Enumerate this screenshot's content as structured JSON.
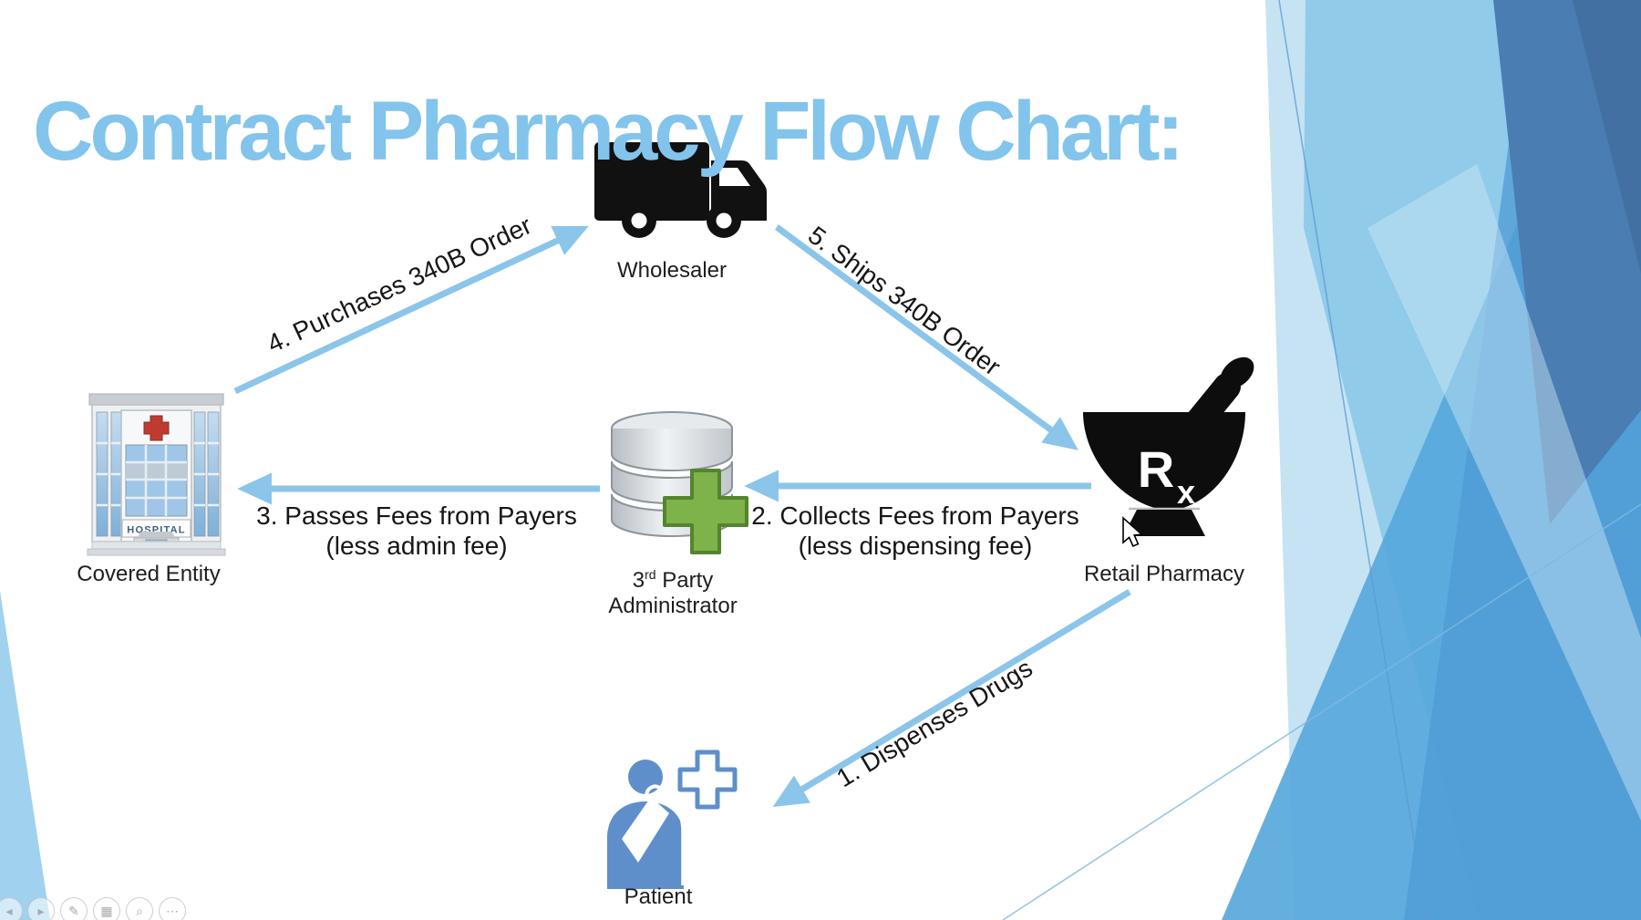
{
  "slide": {
    "title": "Contract Pharmacy Flow Chart:"
  },
  "palette": {
    "title_blue": "#82c4ec",
    "arrow_blue": "#8bc5ea",
    "decor_light_blue": "#90cbea",
    "decor_pale_blue": "#c6e3f4",
    "decor_medium_blue": "#58a8dc",
    "decor_dark_blue": "#4a7db1",
    "corner_triangle_blue": "#a0d2ef",
    "patient_blue": "#5f8fcb",
    "plus_green": "#7eb24a",
    "hospital_cross_red": "#bf3b32",
    "icon_black": "#111111",
    "label_text": "#1e1e1e"
  },
  "nodes": {
    "wholesaler": {
      "label": "Wholesaler",
      "icon": "truck-icon"
    },
    "covered_entity": {
      "label": "Covered Entity",
      "icon": "hospital-icon",
      "sign_text": "HOSPITAL"
    },
    "third_party_admin": {
      "line1_num": "3",
      "line1_sup": "rd",
      "line1_rest": " Party",
      "line2": "Administrator",
      "icon": "database-plus-icon"
    },
    "retail_pharmacy": {
      "label": "Retail Pharmacy",
      "icon": "mortar-pestle-icon",
      "icon_text_r": "R",
      "icon_text_x": "x"
    },
    "patient": {
      "label": "Patient",
      "icon": "patient-cross-icon"
    }
  },
  "flows": {
    "f1": {
      "label": "1. Dispenses Drugs",
      "from": "Retail Pharmacy",
      "to": "Patient"
    },
    "f2": {
      "label": "2. Collects Fees from Payers",
      "sub": "(less dispensing fee)",
      "from": "Retail Pharmacy",
      "to": "3rd Party Administrator"
    },
    "f3": {
      "label": "3. Passes Fees from Payers",
      "sub": "(less admin fee)",
      "from": "3rd Party Administrator",
      "to": "Covered Entity"
    },
    "f4": {
      "label": "4. Purchases 340B Order",
      "from": "Covered Entity",
      "to": "Wholesaler"
    },
    "f5": {
      "label": "5. Ships 340B Order",
      "from": "Wholesaler",
      "to": "Retail Pharmacy"
    }
  },
  "presenter_controls": {
    "items": [
      {
        "name": "previous-slide",
        "glyph": "◂"
      },
      {
        "name": "next-slide",
        "glyph": "▸"
      },
      {
        "name": "pen-and-laser-tools",
        "glyph": "✎"
      },
      {
        "name": "see-all-slides",
        "glyph": "▦"
      },
      {
        "name": "zoom-into-slide",
        "glyph": "⌕"
      },
      {
        "name": "more-options",
        "glyph": "⋯"
      }
    ]
  }
}
